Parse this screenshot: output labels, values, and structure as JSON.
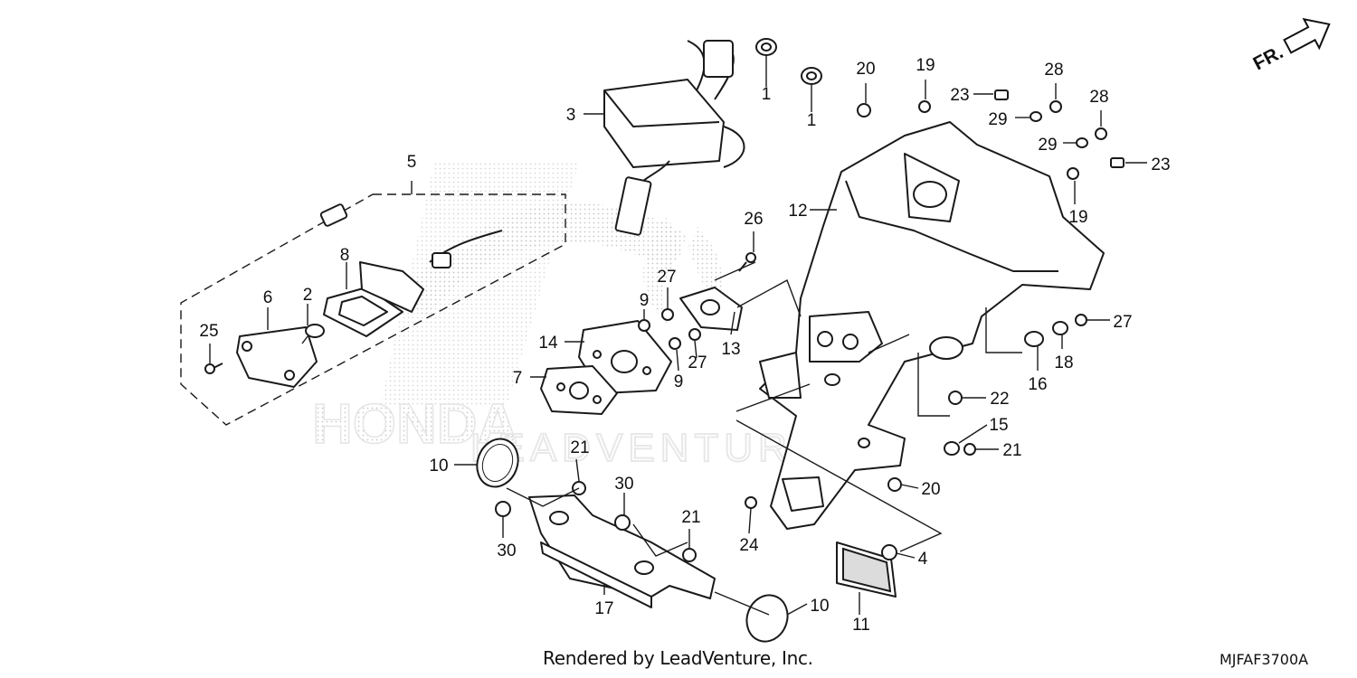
{
  "watermark": {
    "brand": "HONDA",
    "dealer": "LEADVENTURE"
  },
  "direction_label": "FR.",
  "footer": {
    "credit": "Rendered by LeadVenture, Inc.",
    "diagram_code": "MJFAF3700A"
  },
  "callouts": {
    "c1a": "1",
    "c1b": "1",
    "c2": "2",
    "c3": "3",
    "c4": "4",
    "c5": "5",
    "c6": "6",
    "c7": "7",
    "c8": "8",
    "c9a": "9",
    "c9b": "9",
    "c10a": "10",
    "c10b": "10",
    "c11": "11",
    "c12": "12",
    "c13": "13",
    "c14": "14",
    "c15": "15",
    "c16": "16",
    "c17": "17",
    "c18": "18",
    "c19a": "19",
    "c19b": "19",
    "c20a": "20",
    "c20b": "20",
    "c21a": "21",
    "c21b": "21",
    "c21c": "21",
    "c22": "22",
    "c23a": "23",
    "c23b": "23",
    "c24": "24",
    "c25": "25",
    "c26": "26",
    "c27a": "27",
    "c27b": "27",
    "c27c": "27",
    "c28a": "28",
    "c28b": "28",
    "c29a": "29",
    "c29b": "29",
    "c30a": "30",
    "c30b": "30"
  }
}
